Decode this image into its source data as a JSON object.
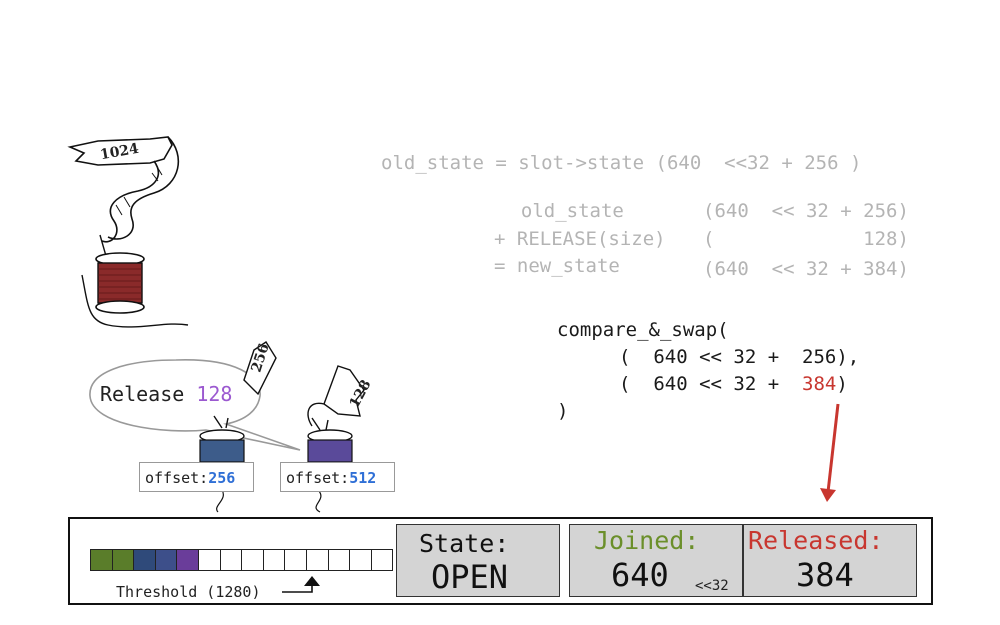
{
  "header_code": {
    "line1": "old_state = slot->state (640  <<32 + 256 )"
  },
  "calc": {
    "row1_label": "  old_state",
    "row1_value": "(640  << 32 + 256)",
    "row2_label": "+ RELEASE(size)",
    "row2_value": "(             128)",
    "row3_label": "= new_state",
    "row3_value": "(640  << 32 + 384)"
  },
  "cas": {
    "line1": "compare_&_swap(",
    "line2": "(  640 << 32 +  256),",
    "line3_prefix": "(  640 << 32 +  ",
    "line3_highlight": "384",
    "line3_suffix": ")",
    "line4": ")"
  },
  "speech": {
    "prefix": "Release ",
    "amount": "128"
  },
  "offsets": [
    {
      "label": "offset:",
      "value": "256"
    },
    {
      "label": "offset:",
      "value": "512"
    }
  ],
  "thread_tags": {
    "big_spool": "1024",
    "spool_a": "256",
    "spool_b": "128"
  },
  "buffer": {
    "threshold_label": "Threshold (1280)",
    "filled_colors": [
      "#5a7d2a",
      "#5a7d2a",
      "#2f4a7a",
      "#3d4f8a",
      "#6a3d9a"
    ],
    "total_cells": 14
  },
  "state_box": {
    "label": "State:",
    "value": "OPEN"
  },
  "joined_box": {
    "label": "Joined:",
    "value": "640",
    "shift": "<<32"
  },
  "released_box": {
    "label": "Released:",
    "value": "384"
  },
  "colors": {
    "joined_label": "#6b8f2a",
    "released_label": "#c8362f",
    "arrow": "#c8362f"
  }
}
